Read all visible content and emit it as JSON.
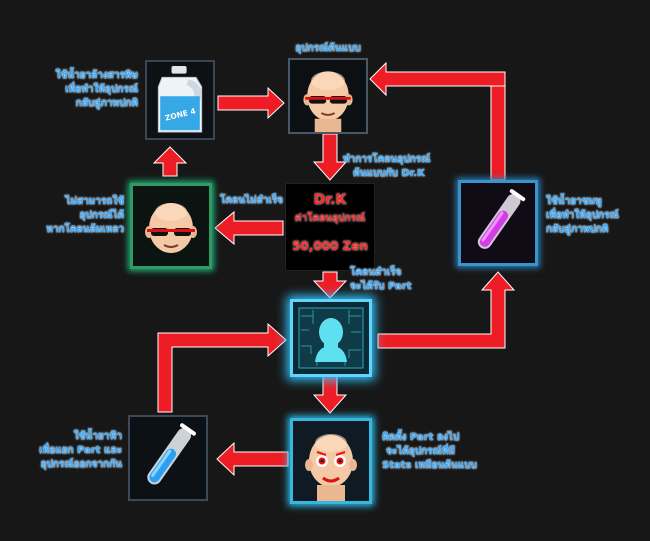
{
  "nodes": {
    "original_device": {
      "title": "อุปกรณ์ต้นแบบ",
      "icon": "bald-head-red-sunglasses-icon"
    },
    "toxic_bottle": {
      "caption_lines": [
        "ใช้น้ำยาล้างสารพิษ",
        "เพื่อทำให้อุปกรณ์",
        "กลับสู่ภาพปกติ"
      ],
      "bottle_label": "ZONE 4",
      "icon": "zone4-bottle-icon"
    },
    "failed_clone": {
      "caption_lines": [
        "ไม่สามารถใช้",
        "อุปกรณ์ได้",
        "หากโคลนล้มเหลว"
      ],
      "icon": "bald-head-failed-clone-icon"
    },
    "pink_vial": {
      "caption_lines": [
        "ใช้น้ำยาชมพู",
        "เพื่อทำให้อุปกรณ์",
        "กลับสู่ภาพปกติ"
      ],
      "icon": "pink-test-tube-icon"
    },
    "clone_part": {
      "icon": "clone-part-chip-icon"
    },
    "blue_vial": {
      "caption_lines": [
        "ใช้น้ำยาฟ้า",
        "เพื่อแยก Part และ",
        "อุปกรณ์ออกจากกัน"
      ],
      "icon": "blue-test-tube-icon"
    },
    "cloned_device": {
      "caption_lines": [
        "ติดตั้ง Part ลงไป",
        "จะได้อุปกรณ์ที่มี",
        "Stats เหมือนต้นแบบ"
      ],
      "icon": "bald-head-clown-makeup-icon"
    }
  },
  "dr_k": {
    "name": "Dr.K",
    "fee_label": "ค่าโคลนอุปกรณ์",
    "fee_value": "50,000 Zen"
  },
  "step_labels": {
    "clone_with_drk": [
      "ทำการโคลนอุปกรณ์",
      "ต้นแบบกับ Dr.K"
    ],
    "clone_fail": "โคลนไม่สำเร็จ",
    "clone_success": [
      "โคลนสำเร็จ",
      "จะได้รับ Part"
    ]
  },
  "colors": {
    "background": "#171717",
    "arrow": "#ee1c24",
    "caption": "#36a9ff",
    "drk_text": "#ff2a2a"
  }
}
